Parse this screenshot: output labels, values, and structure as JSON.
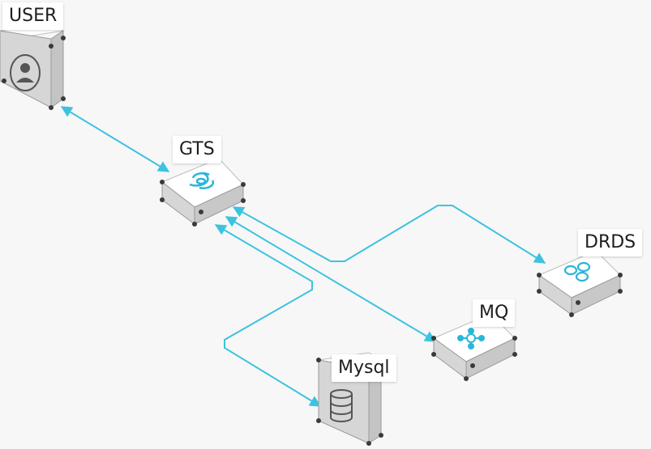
{
  "nodes": {
    "user": {
      "label": "USER",
      "icon": "user-avatar-icon"
    },
    "gts": {
      "label": "GTS",
      "icon": "spinner-swirl-icon"
    },
    "drds": {
      "label": "DRDS",
      "icon": "hexagon-cluster-icon"
    },
    "mq": {
      "label": "MQ",
      "icon": "message-hub-icon"
    },
    "mysql": {
      "label": "Mysql",
      "icon": "database-icon"
    }
  },
  "colors": {
    "connector": "#3cc3df",
    "device_top": "#ffffff",
    "device_side": "#d9d9d9",
    "device_edge": "#8c8c8c",
    "icon": "#29b6d8"
  }
}
